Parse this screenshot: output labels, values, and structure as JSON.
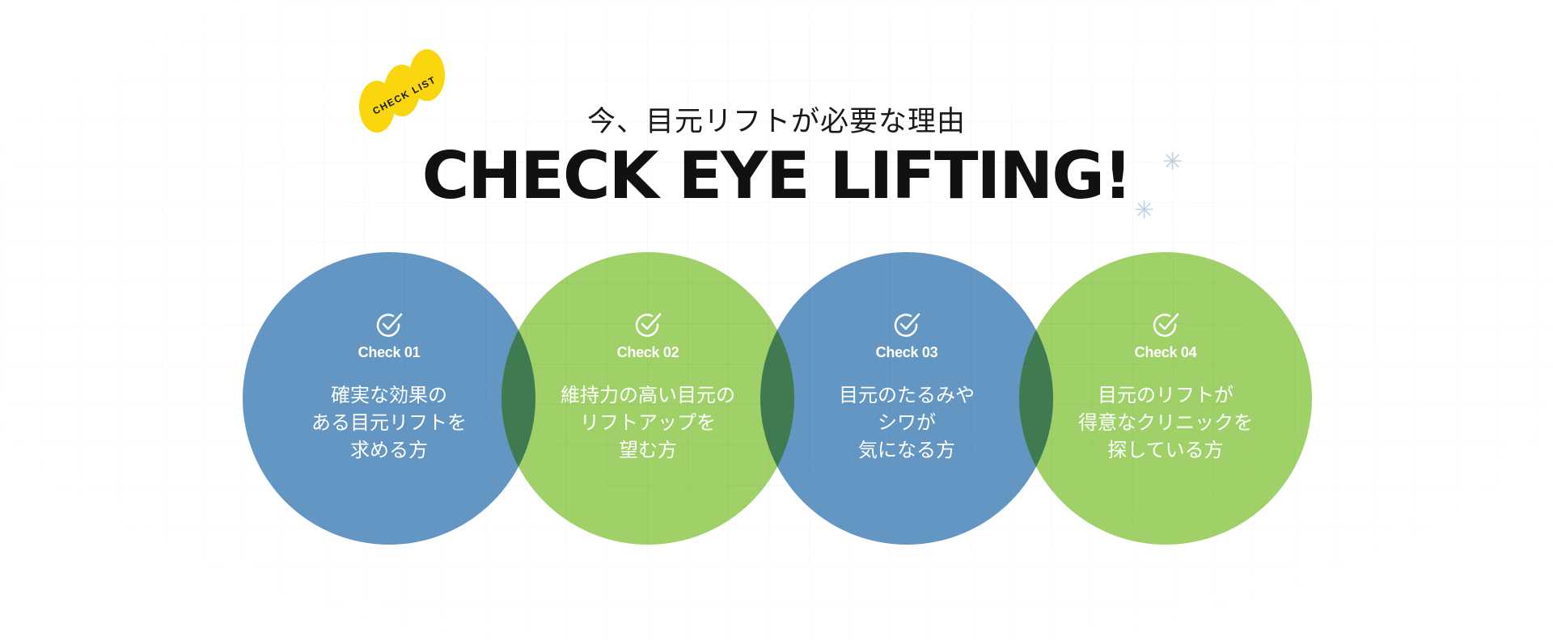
{
  "badge": {
    "label": "CHECK LIST",
    "color": "#f9d60e"
  },
  "header": {
    "subtitle": "今、目元リフトが必要な理由",
    "title": "CHECK EYE LIFTING!"
  },
  "colors": {
    "blue": "#4682b8",
    "green": "#88c442",
    "sparkle": "#b8d0e2",
    "title": "#111111"
  },
  "checks": [
    {
      "label": "Check 01",
      "lines": [
        "確実な効果の",
        "ある目元リフトを",
        "求める方"
      ],
      "color": "blue",
      "icon": "check-circle-icon"
    },
    {
      "label": "Check 02",
      "lines": [
        "維持力の高い目元の",
        "リフトアップを",
        "望む方"
      ],
      "color": "green",
      "icon": "check-circle-icon"
    },
    {
      "label": "Check 03",
      "lines": [
        "目元のたるみや",
        "シワが",
        "気になる方"
      ],
      "color": "blue",
      "icon": "check-circle-icon"
    },
    {
      "label": "Check 04",
      "lines": [
        "目元のリフトが",
        "得意なクリニックを",
        "探している方"
      ],
      "color": "green",
      "icon": "check-circle-icon"
    }
  ]
}
